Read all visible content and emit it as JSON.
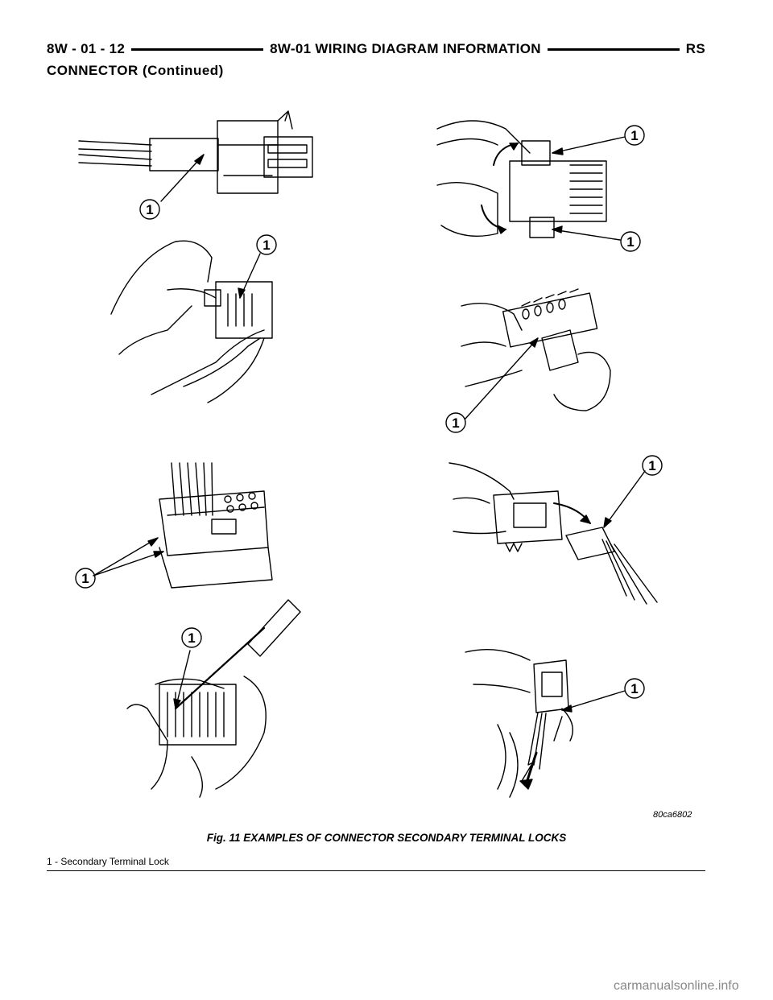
{
  "header": {
    "left": "8W - 01 - 12",
    "center": "8W-01 WIRING DIAGRAM INFORMATION",
    "right": "RS"
  },
  "section_title": "CONNECTOR (Continued)",
  "figure": {
    "callout_label": "1",
    "reference_code": "80ca6802",
    "caption": "Fig. 11 EXAMPLES OF CONNECTOR SECONDARY TERMINAL LOCKS"
  },
  "legend": {
    "items": [
      "1 - Secondary Terminal Lock"
    ]
  },
  "watermark": "carmanualsonline.info"
}
